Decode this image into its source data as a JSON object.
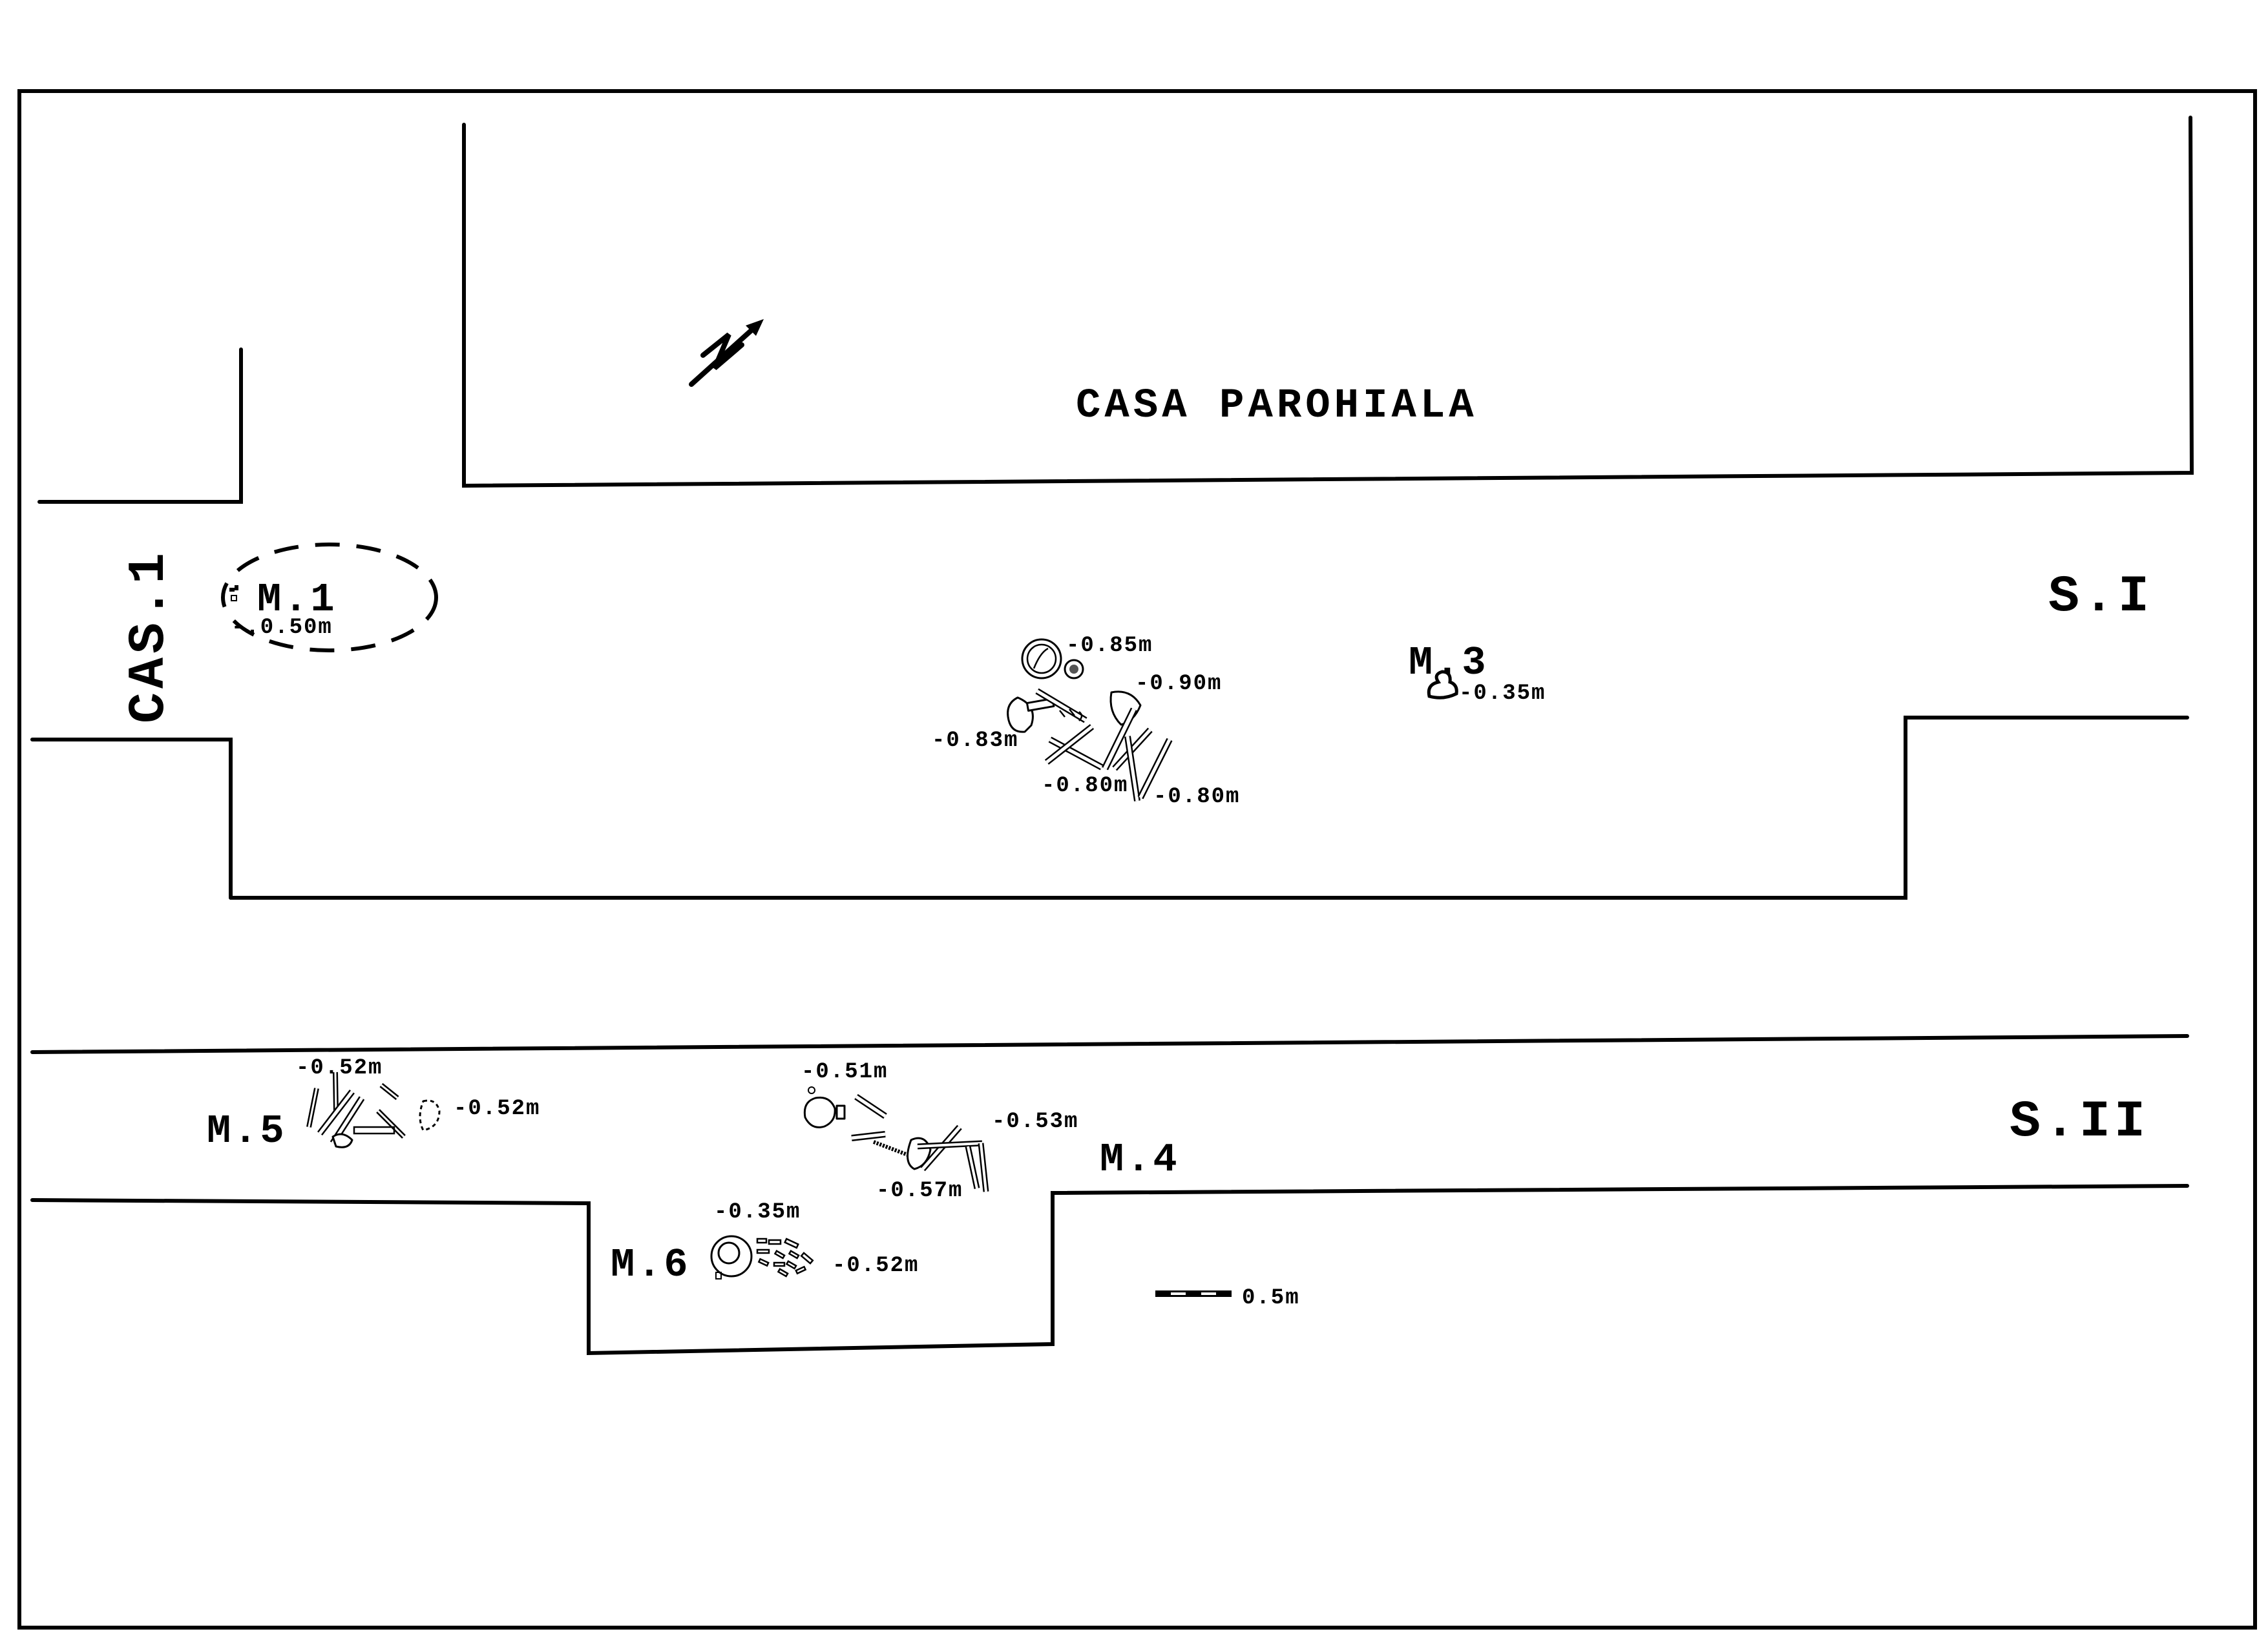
{
  "plan": {
    "building_label": "CASA PAROHIALA",
    "north_arrow_icon": "north-arrow-icon",
    "sections": [
      {
        "id": "cas1",
        "label": "CAS.1"
      },
      {
        "id": "s1",
        "label": "S.I"
      },
      {
        "id": "s2",
        "label": "S.II"
      }
    ],
    "graves": {
      "m1": {
        "label": "M.1",
        "depths": [
          "-.0.50m"
        ]
      },
      "m2": {
        "depths": [
          "-0.85m",
          "-0.90m",
          "-0.83m",
          "-0.80m",
          "-0.80m"
        ]
      },
      "m3": {
        "label": "M.3",
        "depths": [
          "-0.35m"
        ]
      },
      "m4": {
        "label": "M.4",
        "depths": [
          "-0.51m",
          "-0.53m",
          "-0.57m"
        ]
      },
      "m5": {
        "label": "M.5",
        "depths": [
          "-0.52m",
          "-0.52m"
        ]
      },
      "m6": {
        "label": "M.6",
        "depths": [
          "-0.35m",
          "-0.52m"
        ]
      }
    },
    "scale_bar": {
      "label": "0.5m"
    },
    "colors": {
      "ink": "#000000",
      "paper": "#ffffff"
    }
  }
}
